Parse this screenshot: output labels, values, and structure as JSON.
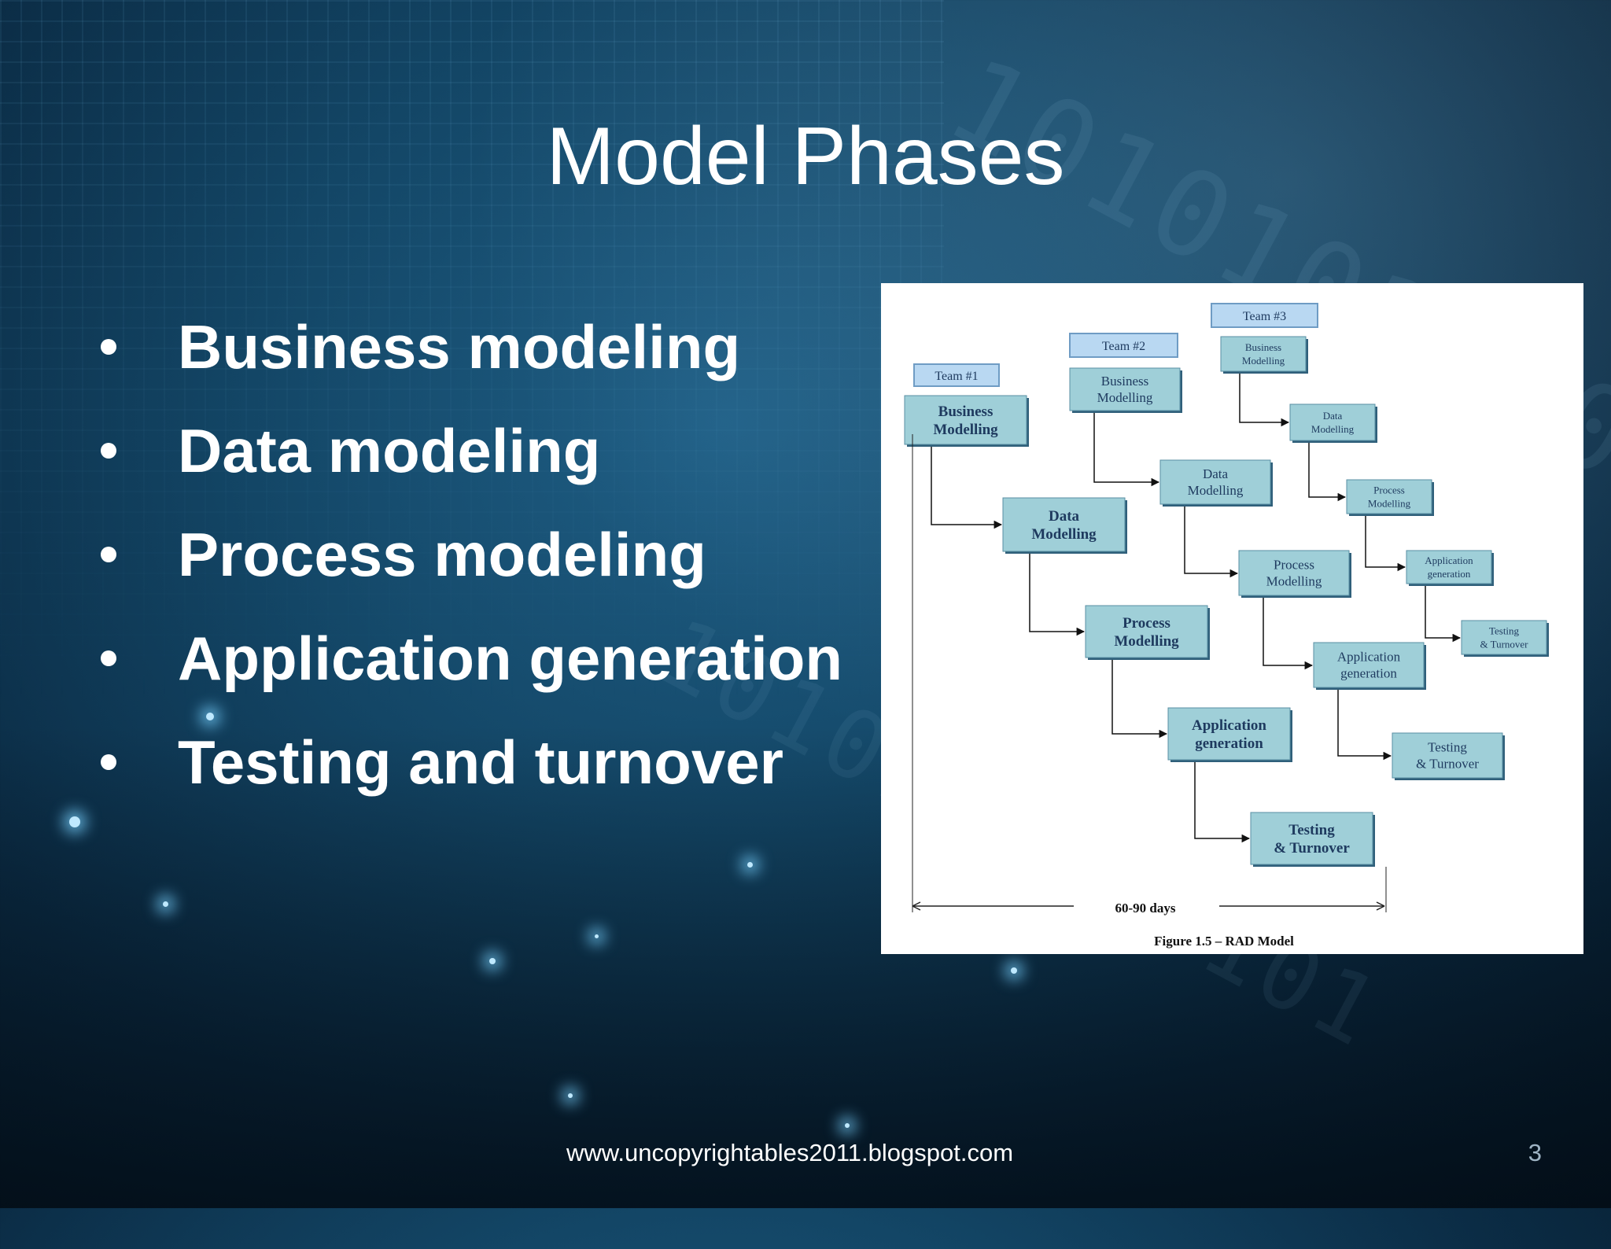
{
  "slide": {
    "title": "Model Phases",
    "bullets": [
      "Business modeling",
      "Data modeling",
      "Process modeling",
      "Application generation",
      "Testing and turnover"
    ],
    "footer_url": "www.uncopyrightables2011.blogspot.com",
    "page_number": "3",
    "background_binary": "1010101010101",
    "colors": {
      "text": "#ffffff",
      "accent": "#1d5a86",
      "box_fill": "#9fcfd8",
      "team_label_fill": "#b9d8f2"
    }
  },
  "figure": {
    "caption": "Figure 1.5 – RAD Model",
    "duration_label": "60-90 days",
    "teams": [
      {
        "label": "Team #1",
        "phases": [
          "Business Modelling",
          "Data Modelling",
          "Process Modelling",
          "Application generation",
          "Testing & Turnover"
        ]
      },
      {
        "label": "Team #2",
        "phases": [
          "Business Modelling",
          "Data Modelling",
          "Process Modelling",
          "Application generation",
          "Testing & Turnover"
        ]
      },
      {
        "label": "Team #3",
        "phases": [
          "Business Modelling",
          "Data Modelling",
          "Process Modelling",
          "Application generation",
          "Testing & Turnover"
        ]
      }
    ]
  }
}
